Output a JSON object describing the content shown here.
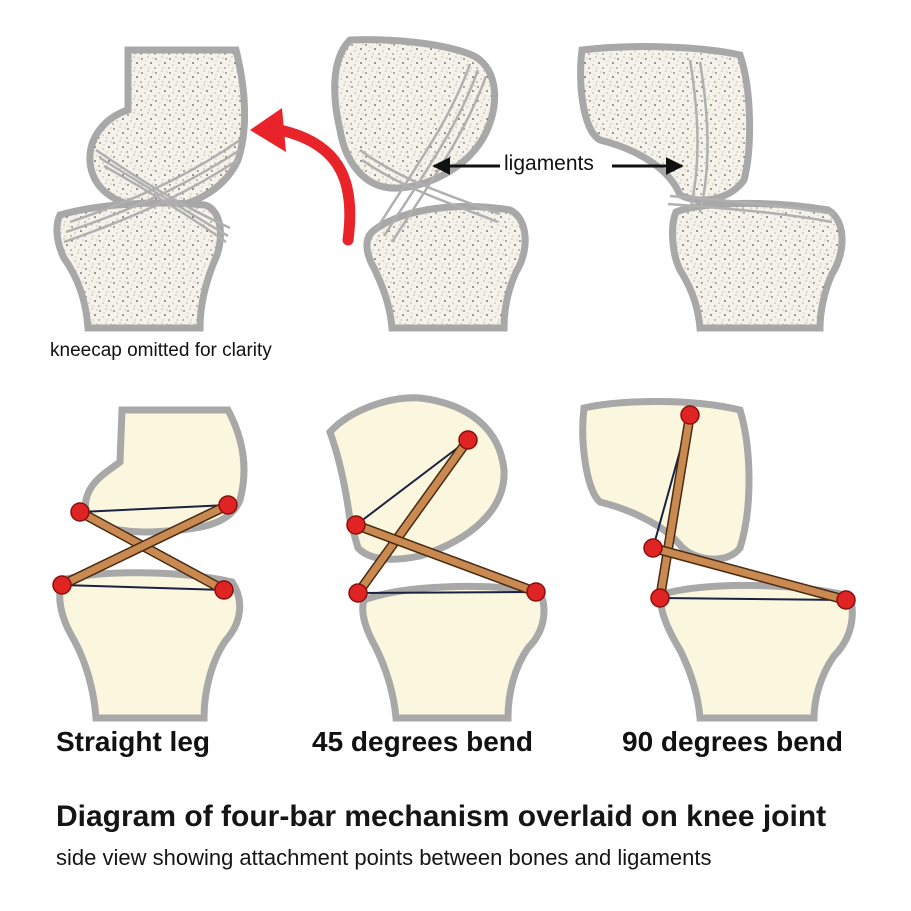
{
  "top_row": {
    "ligaments_label": "ligaments",
    "note": "kneecap omitted for clarity",
    "arrow_color": "#e8232a"
  },
  "panels": [
    {
      "caption": "Straight leg"
    },
    {
      "caption": "45 degrees bend"
    },
    {
      "caption": "90 degrees bend"
    }
  ],
  "footer": {
    "title": "Diagram of four-bar mechanism overlaid on knee joint",
    "subtitle": "side view showing attachment points between bones and ligaments"
  },
  "colors": {
    "bone_fill": "#fbf7df",
    "bone_outline": "#a8a8a8",
    "bar_fill": "#c98a52",
    "bar_edge": "#4a2a12",
    "joint_point": "#e02424",
    "link_line": "#1b2140"
  }
}
